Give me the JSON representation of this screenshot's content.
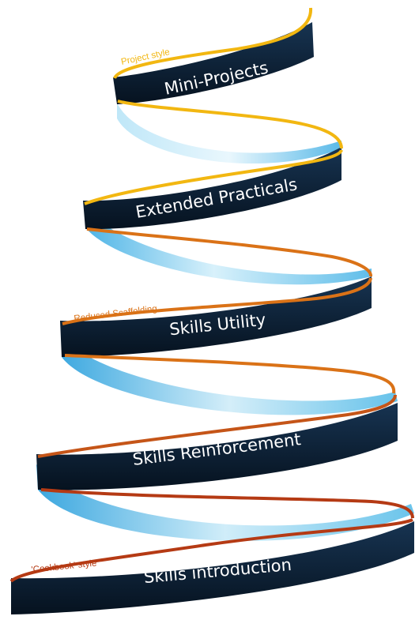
{
  "colors": {
    "band_dark": "#0b1e33",
    "band_inner": "#6ec6ee",
    "ribbon_yellow": "#f2b711",
    "ribbon_orange": "#da7217",
    "ribbon_red": "#b53a14"
  },
  "levels": [
    {
      "label": "Mini-Projects"
    },
    {
      "label": "Extended Practicals"
    },
    {
      "label": "Skills Utility"
    },
    {
      "label": "Skills Reinforcement"
    },
    {
      "label": "Skills introduction"
    }
  ],
  "ribbon_labels": {
    "top": "Project style",
    "middle": "Reduced Scaffolding",
    "bottom": "'Cookbook' style"
  }
}
